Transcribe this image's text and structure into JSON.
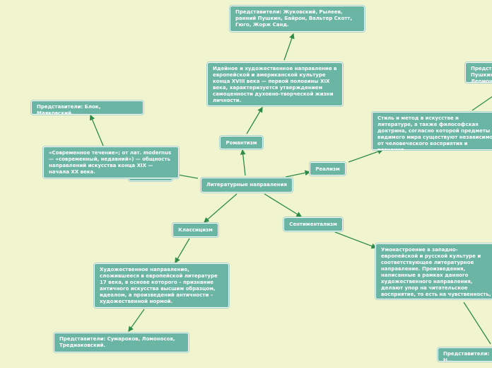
{
  "nodes": {
    "center": "Литературные направления",
    "romanticism": "Романтизм",
    "romanticism_desc": "Идейное и художественное направление в европейской и американской культуре конца XVIII века — первой половины XIX века, характеризуется утверждением самоценности духовно-творческой жизни личности.",
    "romanticism_reps": "Представители: Жуковский, Рылеев, ранний Пушкин, Байрон, Вальтер Скотт, Гюго, Жорж Санд.",
    "realism": "Реализм",
    "realism_desc": "Стиль и метод в искусстве и литературе, а также философская доктрина, согласно которой предметы видимого мира существуют независимо от человеческого восприятия и познания.",
    "realism_reps": "Представители: Пушкин, Лермонтов…",
    "modernism_desc": "«Современное течение»; от лат. modernus — «современный, недавний») — общность направлений искусства конца XIX — начала XX века.",
    "modernism_reps": "Представители: Блок, Маяковский.",
    "classicism": "Классицизм",
    "classicism_desc": "Художественное направление, сложившееся в европейской литературе 17 века, в основе которого – признание античного искусства высшим образцом, идеалом, а произведений античности – художественной нормой.",
    "classicism_reps": "Представители: Сумароков, Ломоносов, Тредиаковский.",
    "sentimentalism": "Сентиментализм",
    "sentimentalism_desc": "Умонастроение в западно-европейской и русской культуре и соответствующее литературное направление. Произведения, написанные в рамках данного художественного направления, делают упор на читательское восприятие, то есть на чувственность, возникающую при их прочтении.",
    "sentimentalism_reps": "Представители: Н…"
  },
  "colors": {
    "background": "#f0f5d0",
    "node_fill": "#6bb5a4",
    "connector": "#2e8b4a"
  }
}
